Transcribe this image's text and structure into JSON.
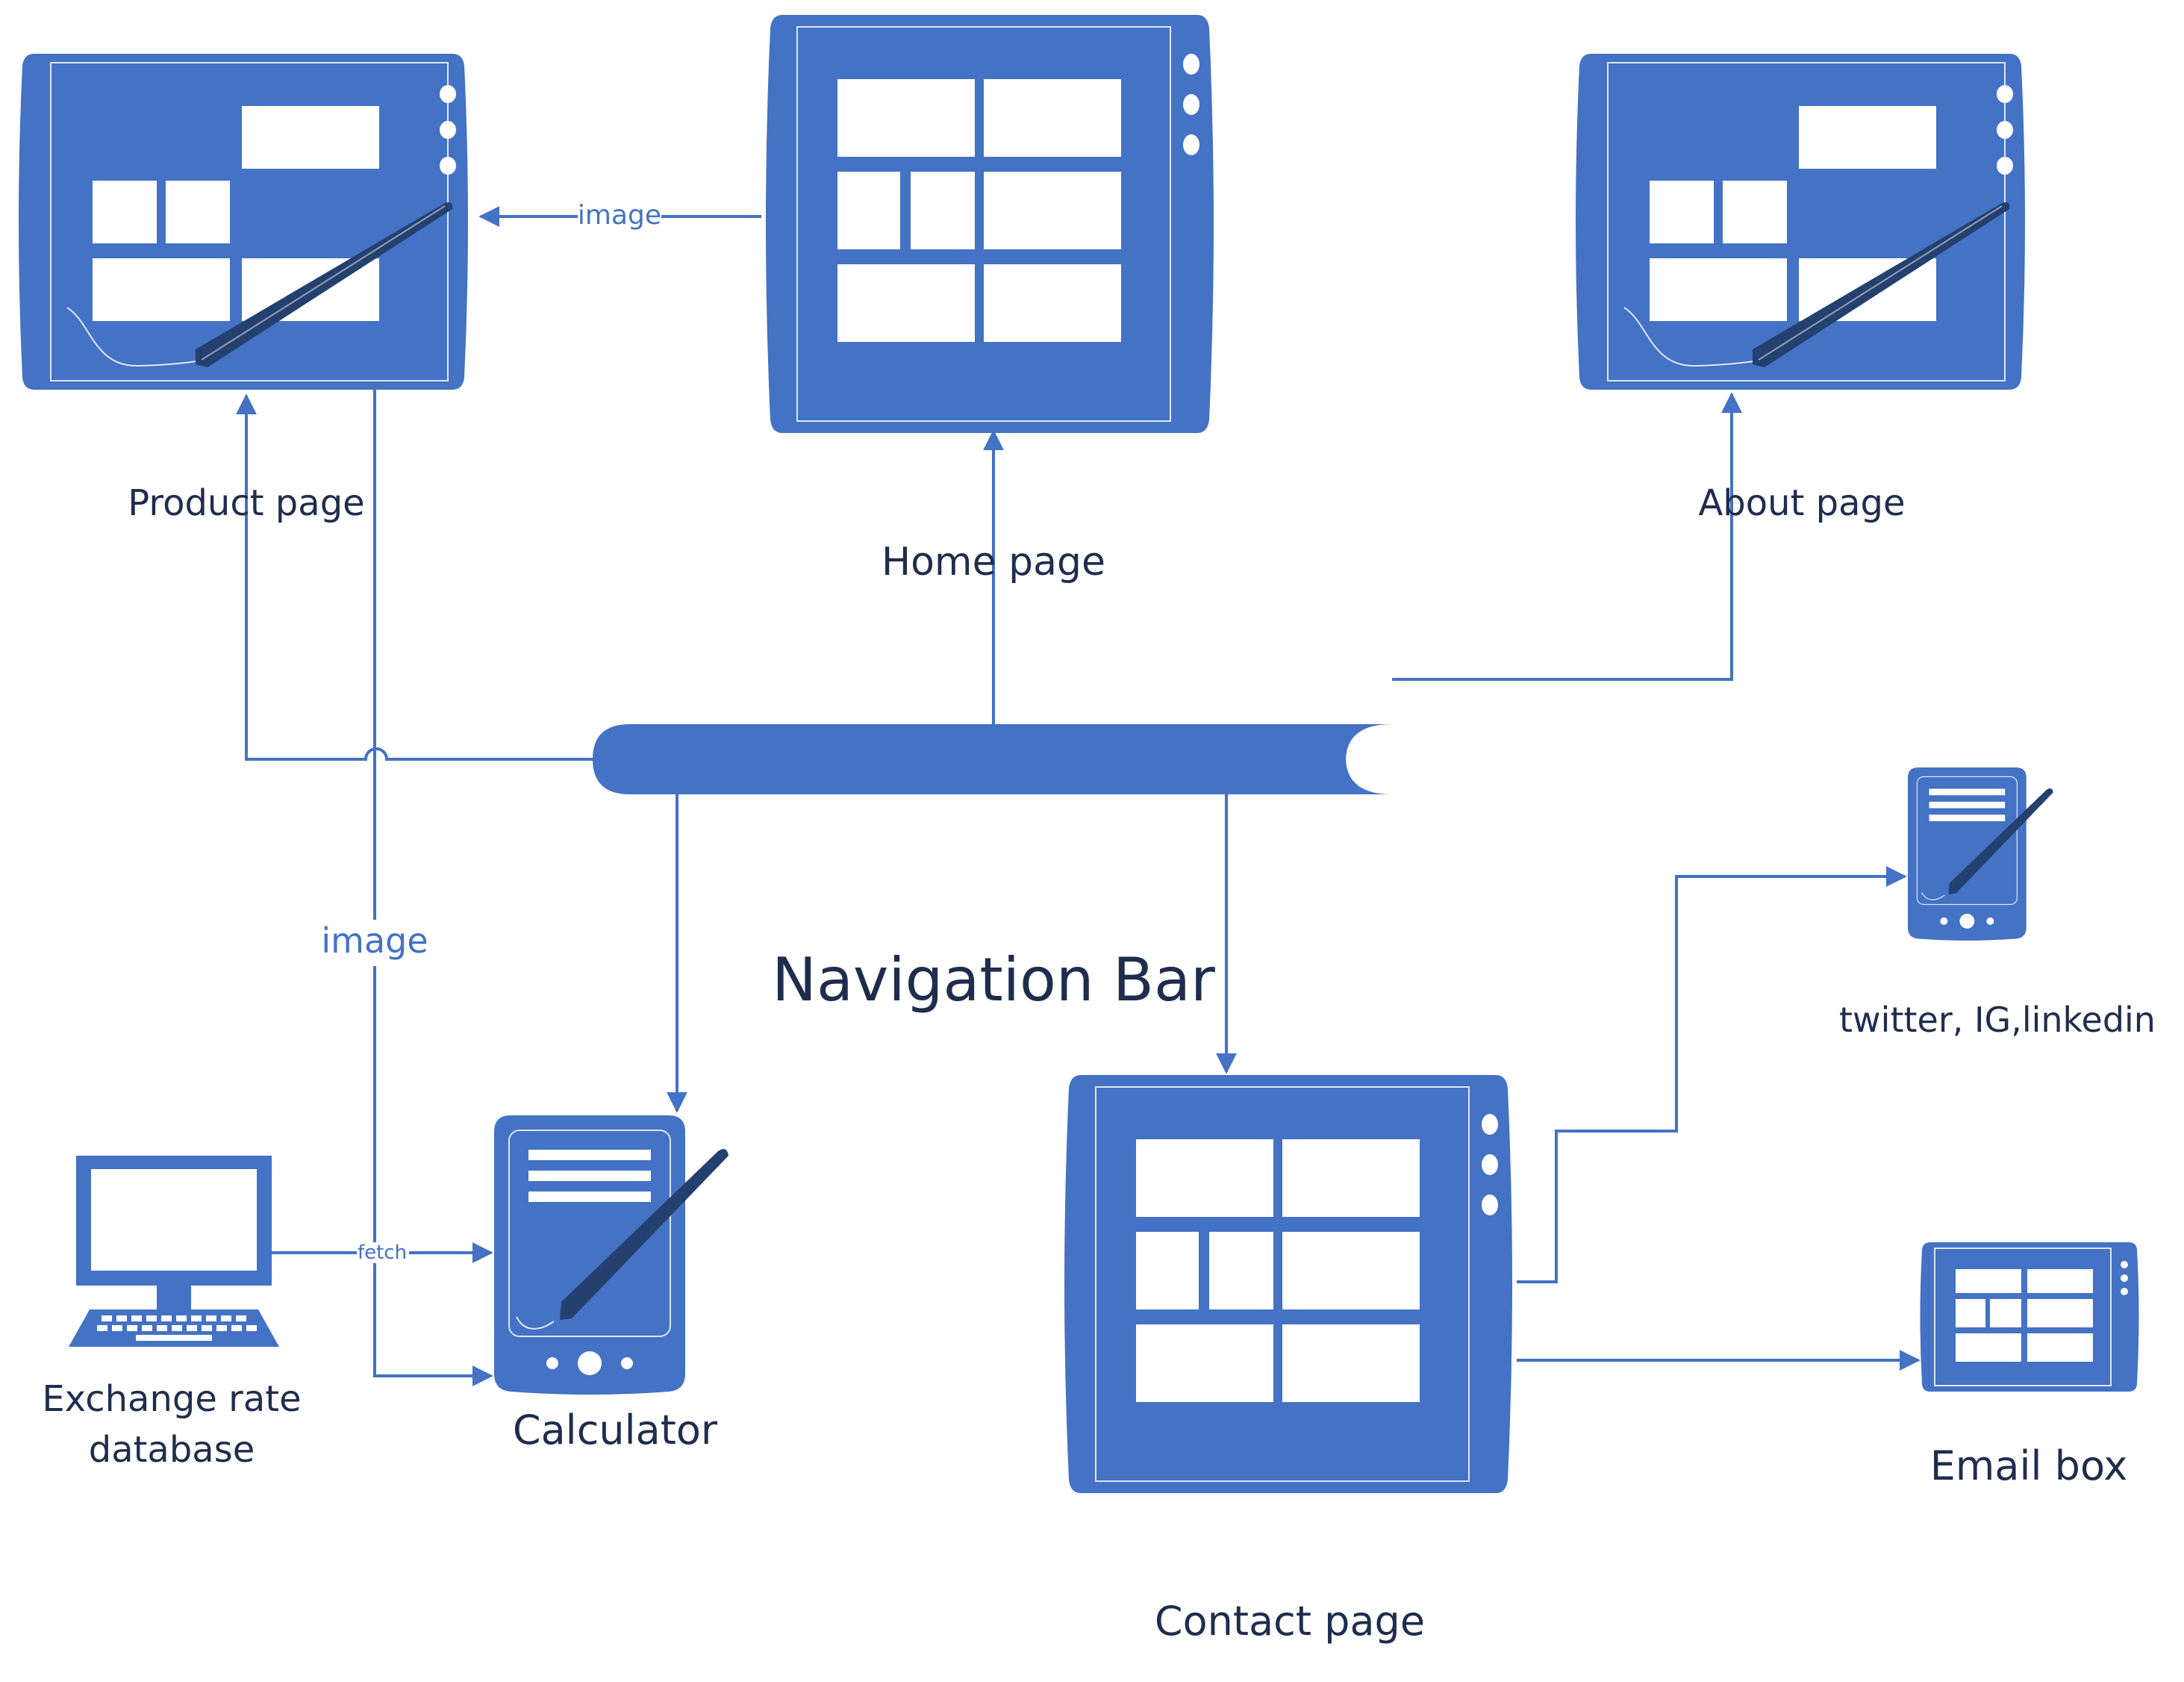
{
  "title": "Navigation Bar",
  "colors": {
    "accent": "#4472c4",
    "dark": "#24406f",
    "text": "#1f2d4d",
    "background": "#ffffff"
  },
  "nodes": {
    "product": {
      "label": "Product page",
      "icon": "drawing-tablet-icon"
    },
    "home": {
      "label": "Home page",
      "icon": "tablet-icon"
    },
    "about": {
      "label": "About page",
      "icon": "drawing-tablet-icon"
    },
    "calculator": {
      "label": "Calculator",
      "icon": "pda-pen-icon"
    },
    "exchange": {
      "label_line1": "Exchange rate",
      "label_line2": "database",
      "icon": "desktop-computer-icon"
    },
    "contact": {
      "label": "Contact page",
      "icon": "tablet-icon"
    },
    "social": {
      "label": "twitter, IG,linkedin",
      "icon": "pda-pen-icon"
    },
    "email": {
      "label": "Email box",
      "icon": "tablet-icon"
    }
  },
  "edges": {
    "home_to_product": "image",
    "product_to_calculator": "image",
    "exchange_to_calculator": "fetch"
  }
}
